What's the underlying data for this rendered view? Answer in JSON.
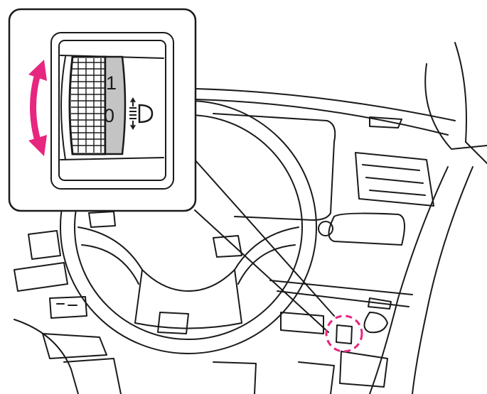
{
  "diagram": {
    "subject": "headlight-leveling-dial",
    "dial_labels": {
      "upper": "1",
      "lower": "0"
    },
    "colors": {
      "accent": "#e6267f",
      "line": "#1a1a1a",
      "dial_band": "#c4c4c4"
    },
    "icons": [
      "rotate-arrow-icon",
      "headlight-level-icon"
    ]
  }
}
